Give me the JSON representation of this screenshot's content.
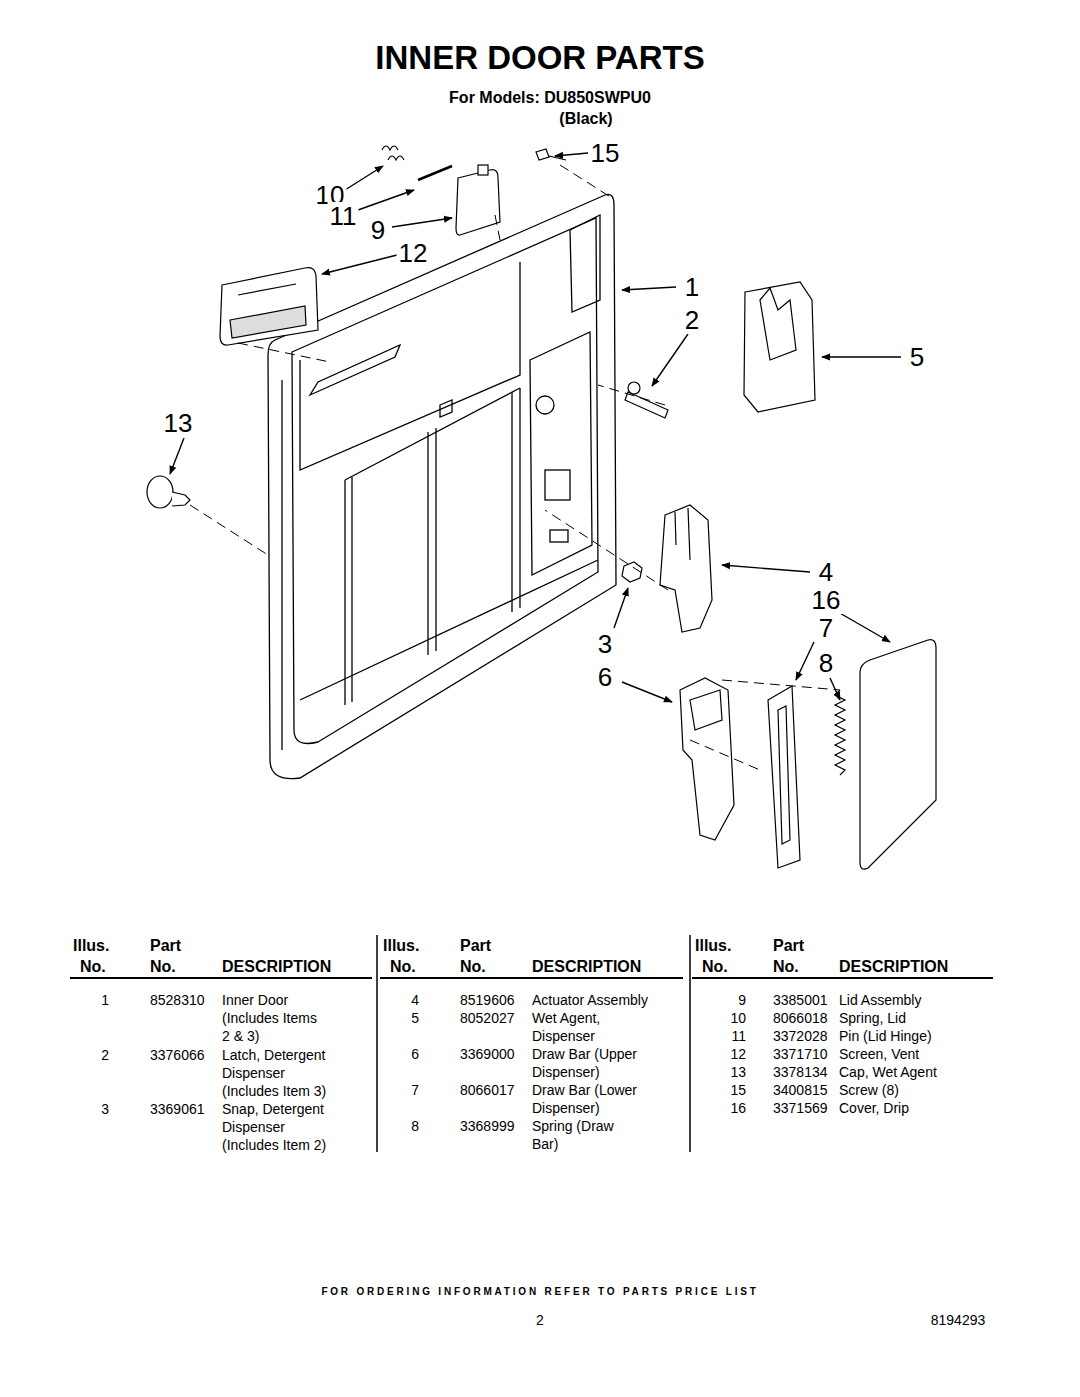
{
  "diagram": {
    "title": "INNER DOOR PARTS",
    "labels": [
      "For Models: DU850SWPU0",
      "(Black)",
      "15",
      "10",
      "11",
      "9",
      "12",
      "1",
      "2",
      "5",
      "13",
      "4",
      "16",
      "7",
      "3",
      "8",
      "6",
      "Illus.",
      "Part",
      "No.",
      "No.",
      "DESCRIPTION",
      "Illus.",
      "Part",
      "No.",
      "No.",
      "DESCRIPTION",
      "Illus.",
      "Part",
      "No.",
      "No.",
      "DESCRIPTION",
      "1",
      "8528310",
      "Inner Door (Includes Items 2 & 3)",
      "2",
      "3376066",
      "Latch, Detergent Dispenser (Includes Item 3)",
      "3",
      "3369061",
      "Snap, Detergent Dispenser (Includes Item 2)",
      "4",
      "8519606",
      "Actuator Assembly",
      "5",
      "8052027",
      "Wet Agent, Dispenser",
      "6",
      "3369000",
      "Draw Bar (Upper Dispenser)",
      "7",
      "8066017",
      "Draw Bar (Lower Dispenser)",
      "8",
      "3368999",
      "Spring (Draw Bar)",
      "9",
      "3385001",
      "Lid Assembly",
      "10",
      "8066018",
      "Spring, Lid",
      "11",
      "3372028",
      "Pin (Lid Hinge)",
      "12",
      "3371710",
      "Screen, Vent",
      "13",
      "3378134",
      "Cap, Wet Agent",
      "15",
      "3400815",
      "Screw (8)",
      "16",
      "3371569",
      "Cover, Drip",
      "FOR ORDERING INFORMATION REFER TO PARTS PRICE LIST",
      "2",
      "8194293"
    ]
  }
}
